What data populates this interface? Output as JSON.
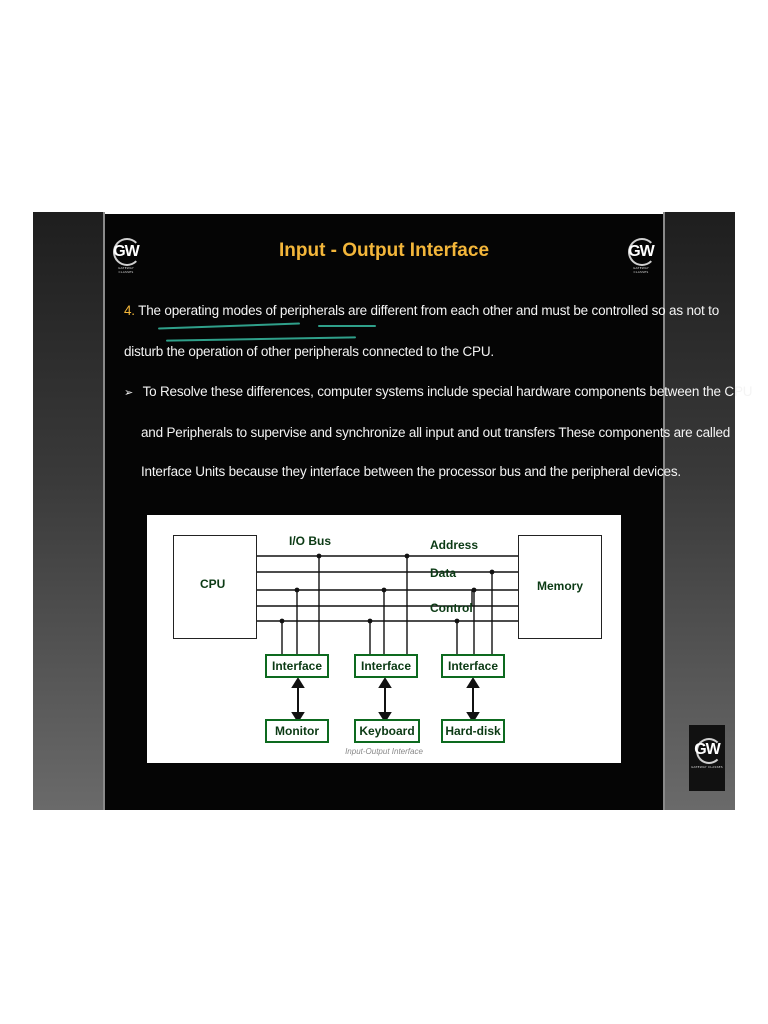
{
  "slide": {
    "title": "Input - Output Interface",
    "logo_text": "GW",
    "logo_tagline": "GATEWAY CLASSES",
    "point_number": "4.",
    "point_text": "The operating modes of peripherals are different from each other and must be controlled so as not to",
    "point_text_2": "disturb the operation of other peripherals connected to the CPU.",
    "bullet_glyph": "➢",
    "bullet_line_1": "To Resolve these differences, computer systems include special hardware components between the CPU",
    "bullet_line_2": "and Peripherals to supervise and synchronize all input and out transfers  These components are called",
    "bullet_line_3": "Interface Units because they interface between the processor bus and the peripheral devices."
  },
  "diagram": {
    "cpu": "CPU",
    "memory": "Memory",
    "io_bus": "I/O Bus",
    "address": "Address",
    "data": "Data",
    "control": "Control",
    "interfaces": [
      "Interface",
      "Interface",
      "Interface"
    ],
    "devices": [
      "Monitor",
      "Keyboard",
      "Hard-disk"
    ],
    "caption": "Input-Output Interface"
  }
}
